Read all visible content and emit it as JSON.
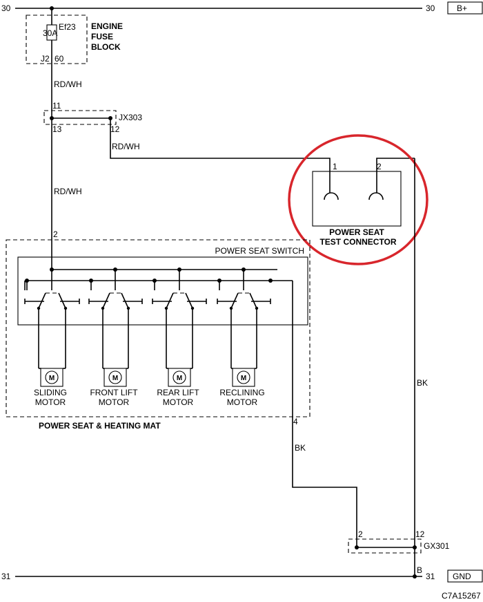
{
  "rails": {
    "top": {
      "left_number": "30",
      "right_number": "30",
      "box_label": "B+"
    },
    "bottom": {
      "left_number": "31",
      "right_number": "31",
      "box_label": "GND"
    }
  },
  "fuse": {
    "name": "Ef23",
    "rating": "30A",
    "connector": "J2",
    "pin": "60"
  },
  "fuse_block": {
    "line1": "ENGINE",
    "line2": "FUSE",
    "line3": "BLOCK"
  },
  "wires": {
    "rd_wh_1": "RD/WH",
    "rd_wh_2": "RD/WH",
    "rd_wh_3": "RD/WH",
    "bk_1": "BK",
    "bk_2": "BK"
  },
  "jx303": {
    "name": "JX303",
    "pin_top": "11",
    "pin_bottom_left": "13",
    "pin_bottom_right": "12"
  },
  "test_connector": {
    "pin1": "1",
    "pin2": "2",
    "line1": "POWER SEAT",
    "line2": "TEST CONNECTOR",
    "highlight_color": "#d8262c"
  },
  "switch": {
    "label": "POWER SEAT SWITCH",
    "pin_in": "2",
    "pin_out": "4"
  },
  "motors": [
    {
      "symbol": "M",
      "line1": "SLIDING",
      "line2": "MOTOR"
    },
    {
      "symbol": "M",
      "line1": "FRONT LIFT",
      "line2": "MOTOR"
    },
    {
      "symbol": "M",
      "line1": "REAR LIFT",
      "line2": "MOTOR"
    },
    {
      "symbol": "M",
      "line1": "RECLINING",
      "line2": "MOTOR"
    }
  ],
  "assembly": {
    "label": "POWER SEAT & HEATING MAT"
  },
  "gx301": {
    "name": "GX301",
    "pin_left": "2",
    "pin_right": "12",
    "pin_bottom": "B"
  },
  "code": "C7A15267"
}
